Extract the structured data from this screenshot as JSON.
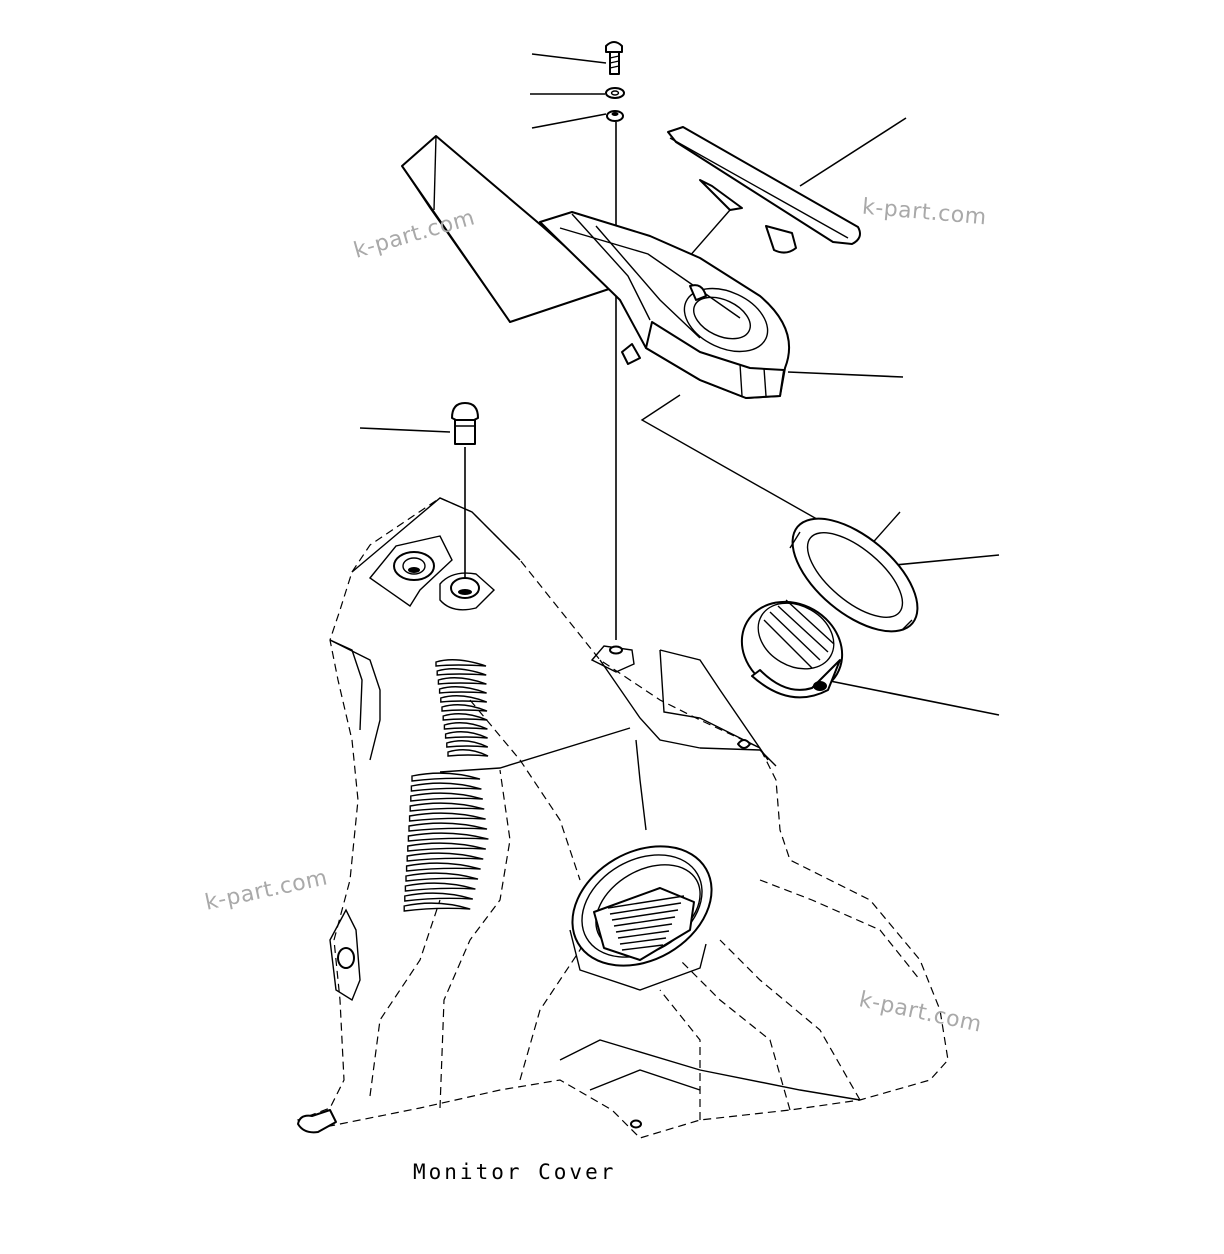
{
  "caption": "Monitor Cover",
  "watermarks": [
    "k-part.com",
    "k-part.com",
    "k-part.com",
    "k-part.com"
  ],
  "colors": {
    "line": "#000000",
    "background": "#ffffff",
    "watermark": "#a9a9a9"
  }
}
